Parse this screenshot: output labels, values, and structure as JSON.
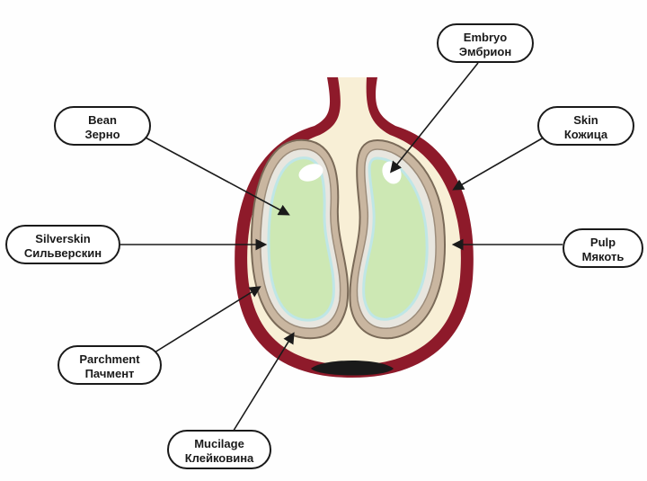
{
  "labels": {
    "embryo": {
      "en": "Embryo",
      "ru": "Эмбрион"
    },
    "bean": {
      "en": "Bean",
      "ru": "Зерно"
    },
    "skin": {
      "en": "Skin",
      "ru": "Кожица"
    },
    "silverskin": {
      "en": "Silverskin",
      "ru": "Сильверскин"
    },
    "pulp": {
      "en": "Pulp",
      "ru": "Мякоть"
    },
    "parchment": {
      "en": "Parchment",
      "ru": "Пачмент"
    },
    "mucilage": {
      "en": "Mucilage",
      "ru": "Клейковина"
    }
  },
  "colors": {
    "skin": "#8e1a2a",
    "pulp": "#f8efd6",
    "parchment": "#c9b6a0",
    "silverskin": "#e8e6df",
    "bean": "#cde8b4",
    "bean_rim": "#bfe6e6",
    "highlight": "#ffffff",
    "base": "#1a1a1a",
    "line": "#1a1a1a"
  }
}
